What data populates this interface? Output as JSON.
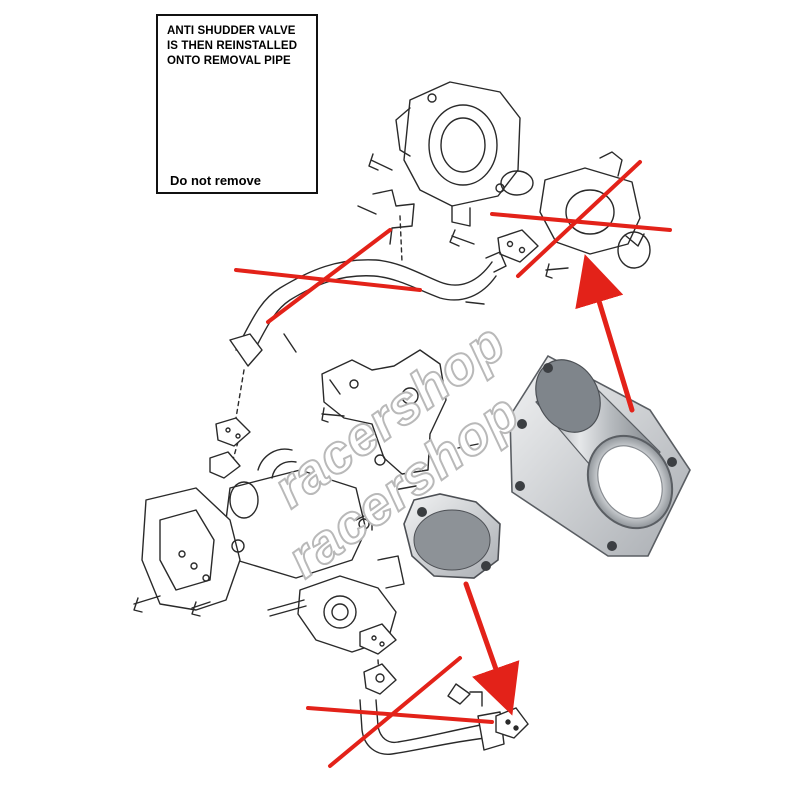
{
  "callout": {
    "lines": [
      "ANTI SHUDDER VALVE",
      "IS THEN REINSTALLED",
      "ONTO REMOVAL PIPE"
    ],
    "note": "Do not remove"
  },
  "watermark": {
    "text": "racershop"
  },
  "colors": {
    "line_art": "#2a2a2a",
    "cross_out": "#e32219",
    "arrow": "#e32219",
    "watermark_outline": "#b9b9b9",
    "metal_part": "#c9cbce"
  }
}
